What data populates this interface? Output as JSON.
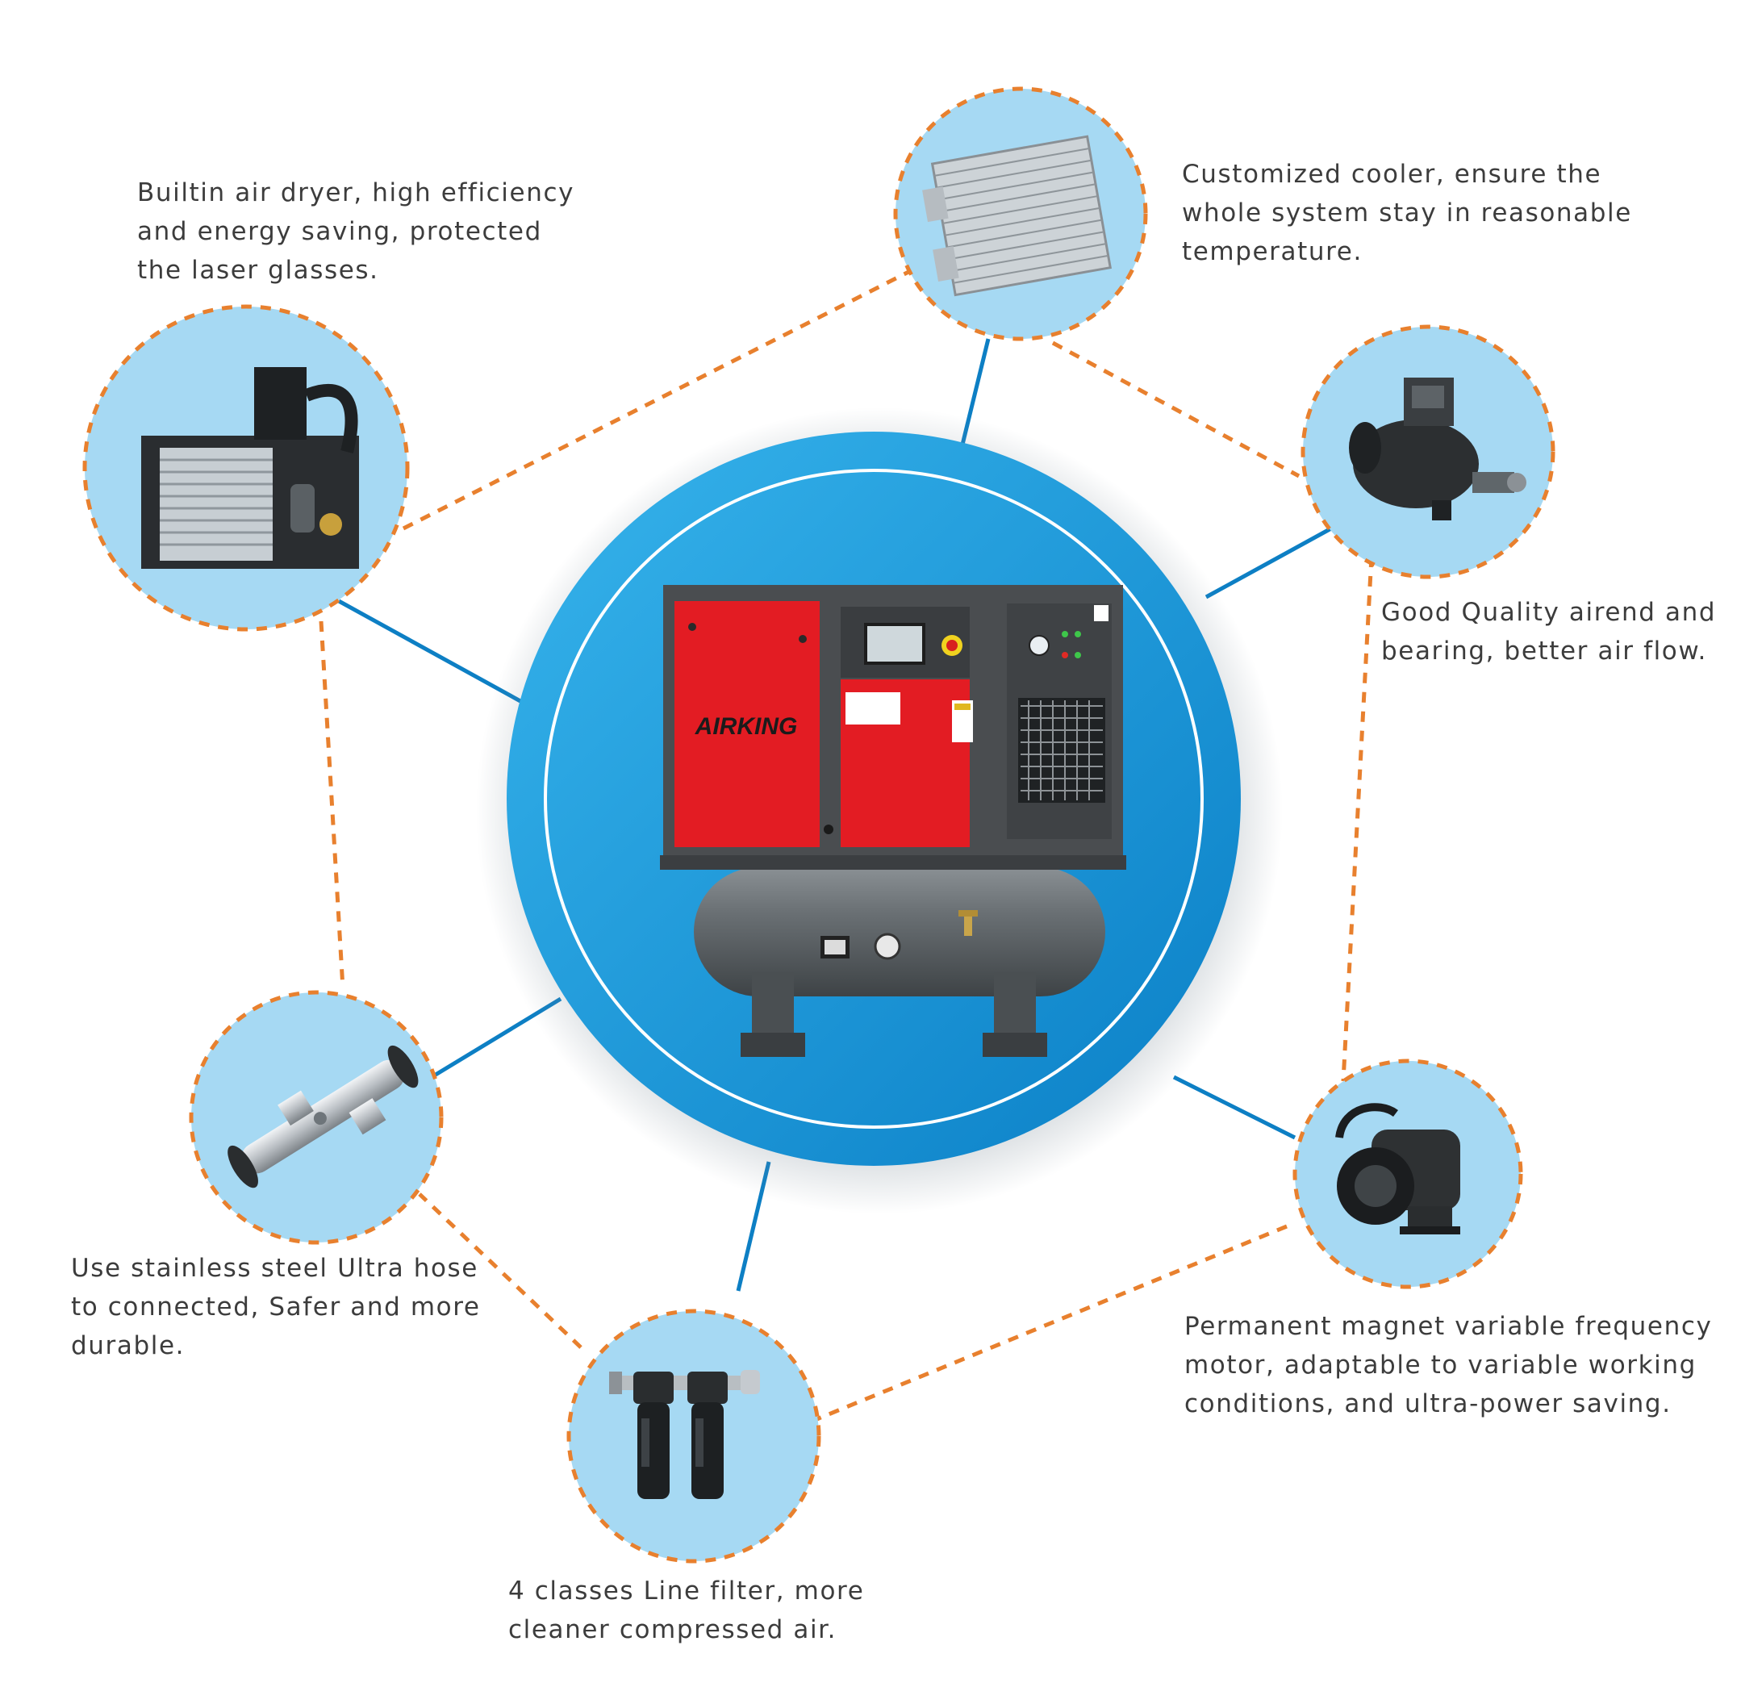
{
  "brand": {
    "logo_text": "AIRKING",
    "colors": {
      "accent": "#e8802e",
      "link": "#0d7fc4",
      "bubble": "#a6d9f3",
      "main_circle": "#1f9ad9",
      "machine_red": "#e31c23",
      "machine_gray": "#4a4d50"
    }
  },
  "features": [
    {
      "id": "air-dryer",
      "icon": "air-dryer-icon",
      "lines": [
        "Builtin air dryer, high efficiency",
        "and energy saving, protected",
        "the laser glasses."
      ]
    },
    {
      "id": "cooler",
      "icon": "cooler-icon",
      "lines": [
        "Customized cooler, ensure the",
        "whole system stay in reasonable",
        "temperature."
      ]
    },
    {
      "id": "airend",
      "icon": "airend-icon",
      "lines": [
        "Good Quality airend and",
        "bearing, better air flow."
      ]
    },
    {
      "id": "motor",
      "icon": "motor-icon",
      "lines": [
        "Permanent magnet variable frequency",
        "motor, adaptable to variable working",
        "conditions, and ultra-power saving."
      ]
    },
    {
      "id": "filter",
      "icon": "line-filter-icon",
      "lines": [
        "4 classes Line filter, more",
        "cleaner compressed air."
      ]
    },
    {
      "id": "hose",
      "icon": "stainless-hose-icon",
      "lines": [
        "Use stainless steel Ultra hose",
        "to connected, Safer and more",
        "durable."
      ]
    }
  ]
}
